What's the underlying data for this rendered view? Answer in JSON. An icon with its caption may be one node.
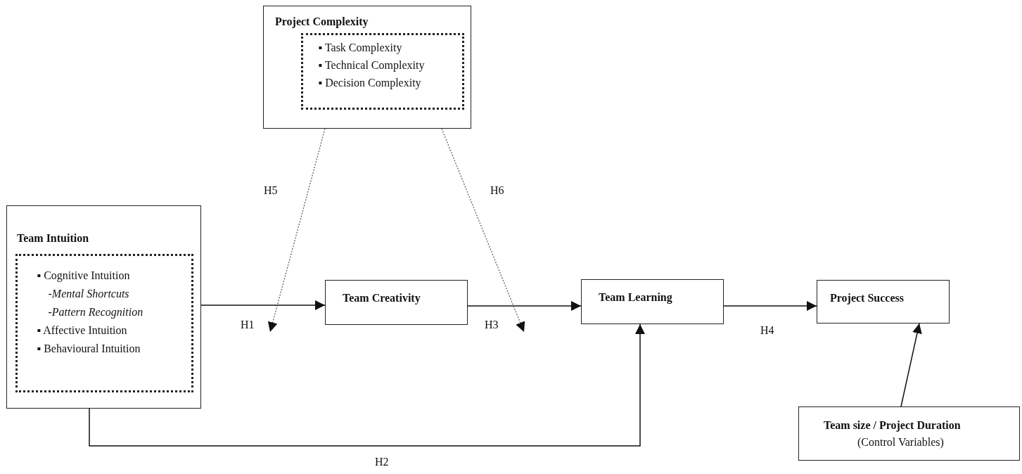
{
  "diagram": {
    "nodes": [
      {
        "text": [
          "Project Complexity"
        ]
      },
      {
        "text": [
          "▪ Task Complexity",
          "▪ Technical Complexity",
          "▪ Decision Complexity"
        ],
        "in": 0
      },
      {
        "text": [
          "Team Intuition"
        ]
      },
      {
        "text": [
          "▪ Cognitive Intuition",
          "*-Mental Shortcuts*",
          "*-Pattern Recognition*",
          "▪ Affective Intuition",
          "▪ Behavioural Intuition"
        ],
        "in": 2
      },
      {
        "text": [
          "Team Creativity"
        ]
      },
      {
        "text": [
          "Team Learning"
        ]
      },
      {
        "text": [
          "Project Success"
        ]
      },
      {
        "text": [
          "Team size / Project Duration",
          "(Control Variables)"
        ]
      }
    ],
    "edges": [
      {
        "from": 2,
        "to": 4,
        "arrow": "to",
        "label": "H1"
      },
      {
        "from": 4,
        "to": 5,
        "arrow": "to",
        "label": "H3"
      },
      {
        "from": 5,
        "to": 6,
        "arrow": "to",
        "label": "H4"
      },
      {
        "from": 2,
        "to": 5,
        "arrow": "to",
        "label": "H2"
      },
      {
        "from": 0,
        "to": null,
        "arrow": "to",
        "label": "H5",
        "style": "dashed"
      },
      {
        "from": 0,
        "to": null,
        "arrow": "to",
        "label": "H6",
        "style": "dashed"
      },
      {
        "from": 7,
        "to": 6,
        "arrow": "to"
      }
    ]
  }
}
